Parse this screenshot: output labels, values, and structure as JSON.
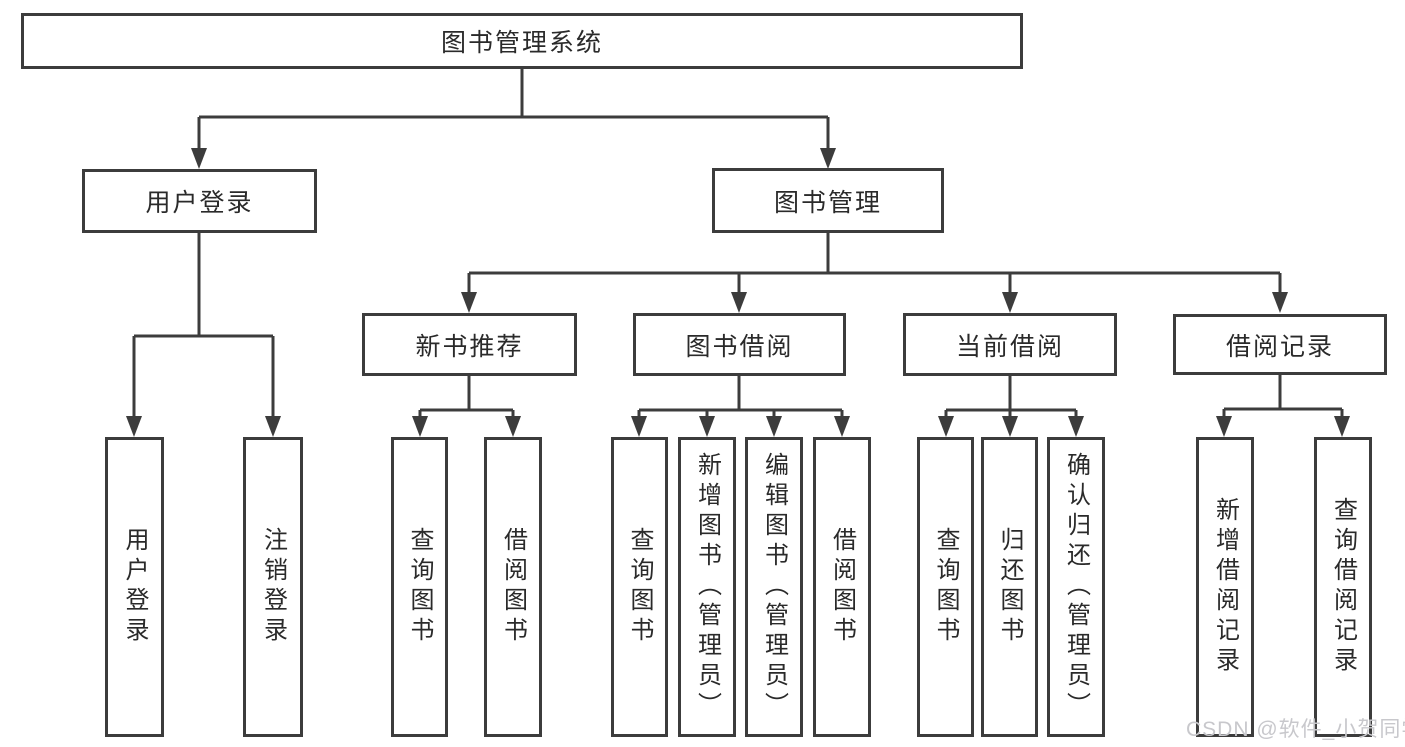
{
  "root": {
    "label": "图书管理系统"
  },
  "level2": {
    "user_login": {
      "label": "用户登录",
      "children": [
        "用户登录",
        "注销登录"
      ]
    },
    "book_management": {
      "label": "图书管理"
    }
  },
  "level3": [
    {
      "label": "新书推荐",
      "children": [
        "查询图书",
        "借阅图书"
      ]
    },
    {
      "label": "图书借阅",
      "children": [
        "查询图书",
        "新增图书（管理员）",
        "编辑图书（管理员）",
        "借阅图书"
      ]
    },
    {
      "label": "当前借阅",
      "children": [
        "查询图书",
        "归还图书",
        "确认归还（管理员）"
      ]
    },
    {
      "label": "借阅记录",
      "children": [
        "新增借阅记录",
        "查询借阅记录"
      ]
    }
  ],
  "watermark": "CSDN @软件_小贺同学",
  "colors": {
    "line": "#3c3c3c",
    "text": "#2a2a2a",
    "background": "#ffffff",
    "watermark": "#c8c8cc"
  }
}
